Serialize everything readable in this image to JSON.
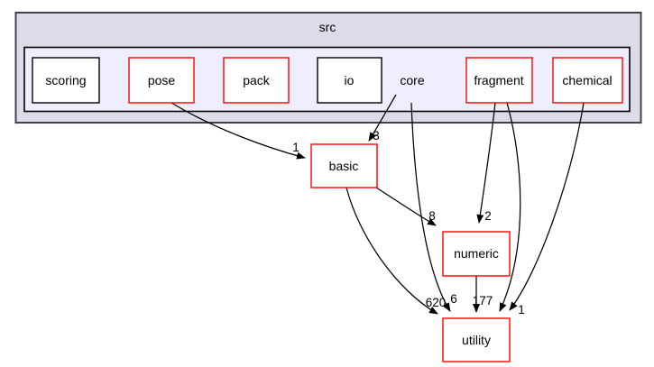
{
  "graph": {
    "src_label": "src",
    "core_label": "core"
  },
  "nodes": {
    "scoring": {
      "label": "scoring",
      "border": "#000000"
    },
    "pose": {
      "label": "pose",
      "border": "#ff0000"
    },
    "pack": {
      "label": "pack",
      "border": "#ff0000"
    },
    "io": {
      "label": "io",
      "border": "#000000"
    },
    "fragment": {
      "label": "fragment",
      "border": "#ff0000"
    },
    "chemical": {
      "label": "chemical",
      "border": "#ff0000"
    },
    "basic": {
      "label": "basic",
      "border": "#ff0000"
    },
    "numeric": {
      "label": "numeric",
      "border": "#ff0000"
    },
    "utility": {
      "label": "utility",
      "border": "#ff0000"
    }
  },
  "edges": [
    {
      "from": "pose",
      "to": "basic",
      "label": "1"
    },
    {
      "from": "core",
      "to": "basic",
      "label": "3"
    },
    {
      "from": "basic",
      "to": "numeric",
      "label": "8"
    },
    {
      "from": "fragment",
      "to": "numeric",
      "label": "2"
    },
    {
      "from": "basic",
      "to": "utility",
      "label": "620"
    },
    {
      "from": "core",
      "to": "utility",
      "label": "6"
    },
    {
      "from": "numeric",
      "to": "utility",
      "label": "177"
    },
    {
      "from": "fragment",
      "to": "utility",
      "label": ""
    },
    {
      "from": "chemical",
      "to": "utility",
      "label": "1"
    }
  ],
  "colors": {
    "outer_fill": "#dcdce8",
    "outer_border": "#41414f",
    "inner_fill": "#eeeeff",
    "inner_border": "#000000",
    "node_fill": "#ffffff",
    "red": "#ff0000",
    "black": "#000000"
  }
}
